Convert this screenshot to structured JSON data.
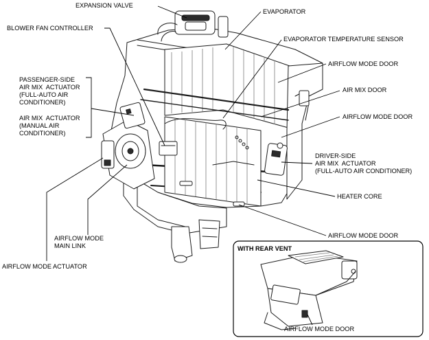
{
  "labels": {
    "expansion_valve": "EXPANSION VALVE",
    "evaporator": "EVAPORATOR",
    "blower_fan_controller": "BLOWER FAN CONTROLLER",
    "evaporator_temperature_sensor": "EVAPORATOR TEMPERATURE SENSOR",
    "airflow_mode_door_1": "AIRFLOW MODE DOOR",
    "passenger_air_mix_actuator": "PASSENGER-SIDE\nAIR MIX  ACTUATOR\n(FULL-AUTO AIR\nCONDITIONER)",
    "air_mix_actuator_manual": "AIR MIX  ACTUATOR\n(MANUAL AIR\nCONDITIONER)",
    "air_mix_door": "AIR MIX DOOR",
    "airflow_mode_door_2": "AIRFLOW MODE DOOR",
    "driver_air_mix_actuator": "DRIVER-SIDE\nAIR MIX  ACTUATOR\n(FULL-AUTO AIR CONDITIONER)",
    "heater_core": "HEATER CORE",
    "airflow_mode_door_3": "AIRFLOW MODE DOOR",
    "airflow_mode_main_link": "AIRFLOW MODE\nMAIN LINK",
    "airflow_mode_actuator": "AIRFLOW MODE ACTUATOR",
    "inset_title": "WITH REAR VENT",
    "airflow_mode_door_4": "AIRFLOW MODE DOOR"
  }
}
